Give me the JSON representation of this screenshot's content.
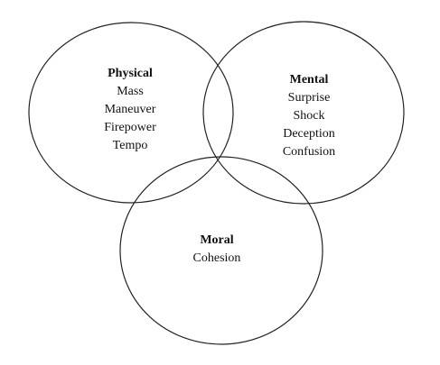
{
  "diagram": {
    "circles": [
      {
        "heading": "Physical",
        "items": [
          "Mass",
          "Maneuver",
          "Firepower",
          "Tempo"
        ]
      },
      {
        "heading": "Mental",
        "items": [
          "Surprise",
          "Shock",
          "Deception",
          "Confusion"
        ]
      },
      {
        "heading": "Moral",
        "items": [
          "Cohesion"
        ]
      }
    ],
    "stroke_color": "#222222",
    "background_color": "#ffffff"
  }
}
